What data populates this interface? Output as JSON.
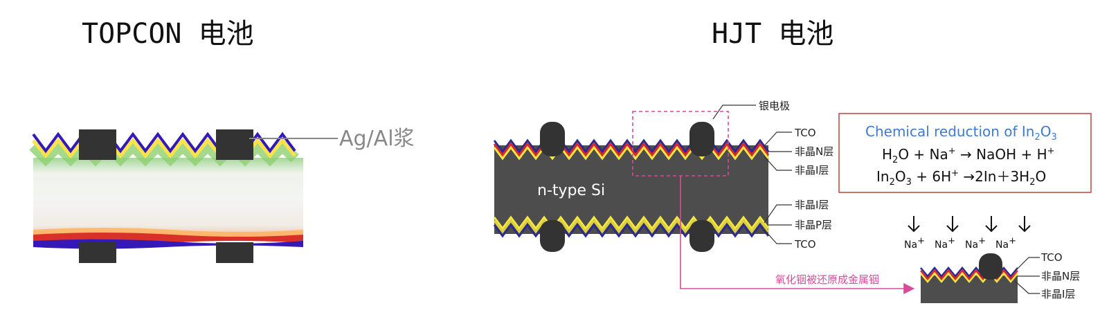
{
  "titles": {
    "topcon": "TOPCON 电池",
    "hjt": "HJT 电池"
  },
  "topcon": {
    "paste_label": "Ag/Al浆"
  },
  "hjt": {
    "electrode_label": "银电极",
    "si_label": "n-type Si",
    "top_layers": [
      "TCO",
      "非晶N层",
      "非晶I层"
    ],
    "bottom_layers": [
      "非晶I层",
      "非晶P层",
      "TCO"
    ],
    "arrow_caption": "氧化铟被还原成金属铟",
    "chem_title": {
      "main": "Chemical reduction of In",
      "sub1": "2",
      "mid": "O",
      "sub2": "3"
    },
    "eq1": {
      "a": "H",
      "a_sub": "2",
      "b": "O + Na",
      "b_sup": "+",
      "c": " → NaOH + H",
      "c_sup": "+"
    },
    "eq2": {
      "a": "In",
      "a_sub": "2",
      "b": "O",
      "b_sub": "3",
      "c": " + 6H",
      "c_sup": "+",
      "d": " →2In＋3H",
      "d_sub": "2",
      "e": "O"
    },
    "na_ions": [
      {
        "t": "Na",
        "s": "+"
      },
      {
        "t": "Na",
        "s": "+"
      },
      {
        "t": "Na",
        "s": "+"
      },
      {
        "t": "Na",
        "s": "+"
      }
    ],
    "small_layers": [
      "TCO",
      "非晶N层",
      "非晶I层"
    ]
  },
  "colors": {
    "silicon": "#4d4d4d",
    "electrode": "#333333",
    "tco": "#2b2b8c",
    "n_layer": "#e0262b",
    "i_layer": "#f5e642",
    "pink": "#d94a9a",
    "box_border": "#c0504d",
    "blue": "#3b7bd0"
  }
}
